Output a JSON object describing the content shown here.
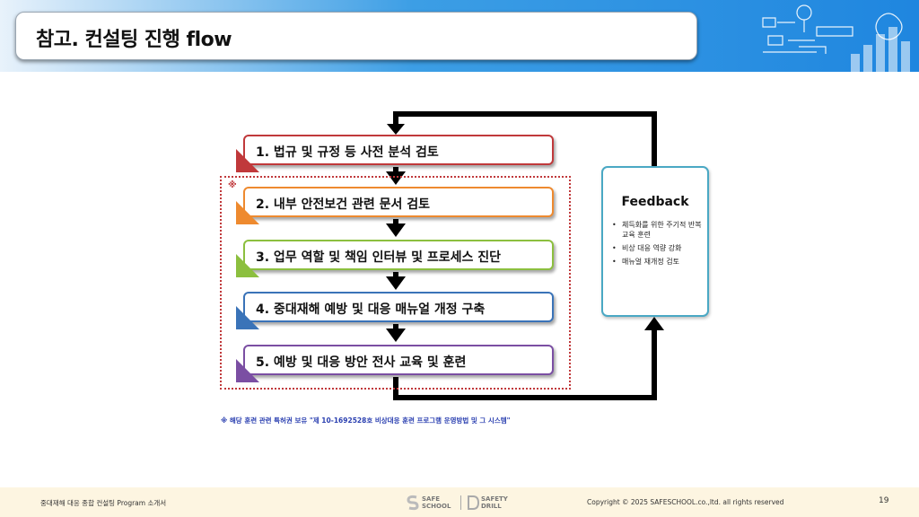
{
  "header": {
    "title": "참고. 컨설팅 진행 flow"
  },
  "steps": [
    {
      "label": "1.  법규 및 규정 등 사전 분석 검토",
      "color": "#c0393b"
    },
    {
      "label": "2.  내부 안전보건 관련 문서 검토",
      "color": "#ee8a2f"
    },
    {
      "label": "3.  업무 역할 및 책임 인터뷰 및 프로세스 진단",
      "color": "#8cbf3f"
    },
    {
      "label": "4.  중대재해 예방 및 대응 매뉴얼 개정 구축",
      "color": "#3a73b8"
    },
    {
      "label": "5.  예방 및 대응 방안 전사 교육 및 훈련",
      "color": "#7b4fa3"
    }
  ],
  "dotted_mark": "※",
  "feedback": {
    "title": "Feedback",
    "items": [
      "체득화를 위한 주기적 반복 교육 훈련",
      "비상 대응 역량 강화",
      "매뉴얼 재개정 검토"
    ]
  },
  "footnote": "※ 해당 훈련 관련 특허권 보유 \"제 10-1692528호 비상대응 훈련 프로그램 운영방법 및 그 시스템\"",
  "footer": {
    "left": "중대재해 대응 종합 컨설팅 Program 소개서",
    "logo1_line1": "SAFE",
    "logo1_line2": "SCHOOL",
    "logo2_line1": "SAFETY",
    "logo2_line2": "DRILL",
    "copyright": "Copyright © 2025 SAFESCHOOL.co.,ltd. all rights reserved",
    "page": "19"
  }
}
